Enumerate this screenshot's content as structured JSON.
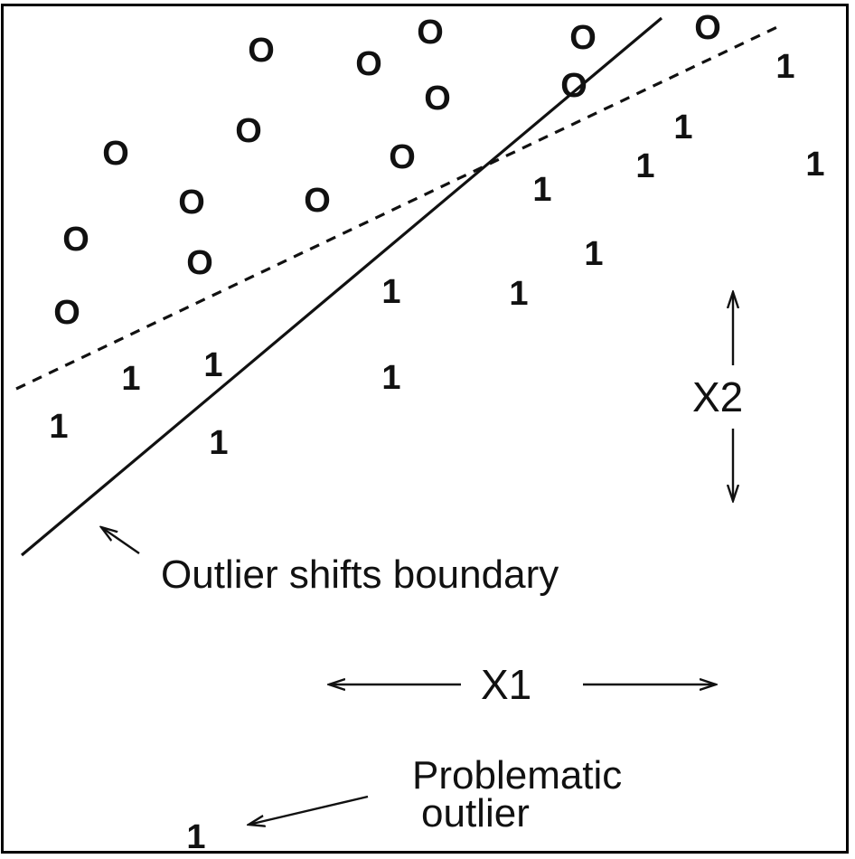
{
  "diagram": {
    "class_zero_glyph": "O",
    "class_one_glyph": "1",
    "boundary_annotation": "Outlier shifts boundary",
    "x_axis_label": "X1",
    "y_axis_label": "X2",
    "outlier_annotation_line1": "Problematic",
    "outlier_annotation_line2": "outlier",
    "solid_line_style": "solid",
    "dashed_line_style": "dashed",
    "ink_color": "#111111",
    "background_color": "#ffffff"
  }
}
